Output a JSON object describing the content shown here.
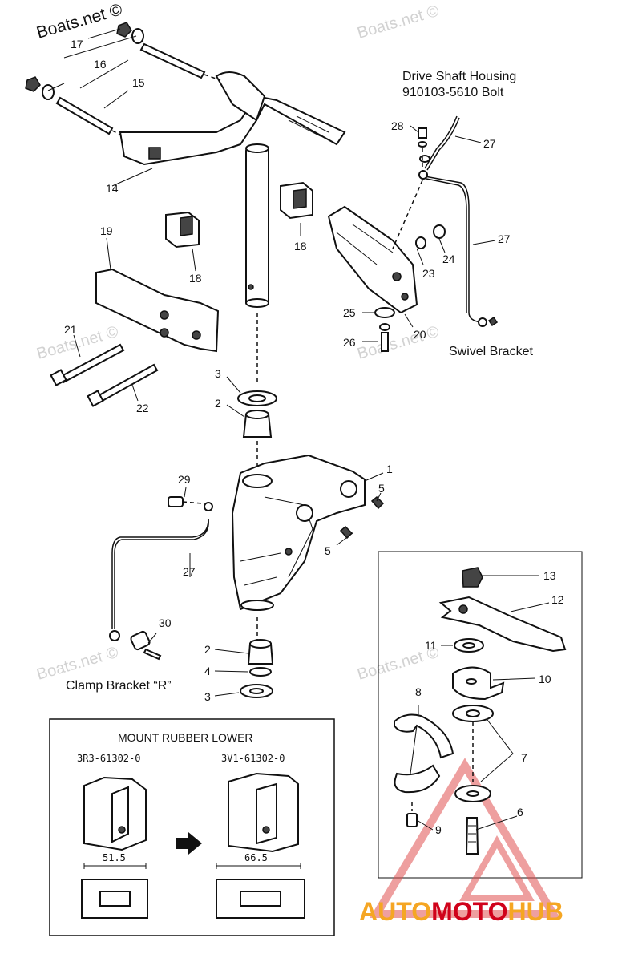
{
  "watermarks": {
    "corner": "Boats.net ©",
    "tiled": "Boats.net ©"
  },
  "annotations": {
    "drive_shaft_housing_line1": "Drive Shaft Housing",
    "drive_shaft_housing_line2": "910103-5610 Bolt",
    "swivel_bracket": "Swivel Bracket",
    "clamp_bracket": "Clamp Bracket “R”"
  },
  "part_numbers": {
    "p1": "1",
    "p2a": "2",
    "p2b": "2",
    "p3a": "3",
    "p3b": "3",
    "p4": "4",
    "p5a": "5",
    "p5b": "5",
    "p6": "6",
    "p7": "7",
    "p8": "8",
    "p9": "9",
    "p10": "10",
    "p11": "11",
    "p12": "12",
    "p13": "13",
    "p14": "14",
    "p15": "15",
    "p16": "16",
    "p17": "17",
    "p18a": "18",
    "p18b": "18",
    "p19": "19",
    "p20": "20",
    "p21": "21",
    "p22": "22",
    "p23": "23",
    "p24": "24",
    "p25": "25",
    "p26": "26",
    "p27a": "27",
    "p27b": "27",
    "p27c": "27",
    "p28": "28",
    "p29": "29",
    "p30": "30"
  },
  "mount_rubber_box": {
    "title": "MOUNT RUBBER LOWER",
    "old_part": "3R3-61302-0",
    "new_part": "3V1-61302-0",
    "old_width": "51.5",
    "new_width": "66.5"
  },
  "logo": {
    "auto": "AUTO",
    "moto": "MOTO",
    "hub": "HUB",
    "colors": {
      "orange": "#f5a623",
      "red": "#d0021b"
    }
  }
}
